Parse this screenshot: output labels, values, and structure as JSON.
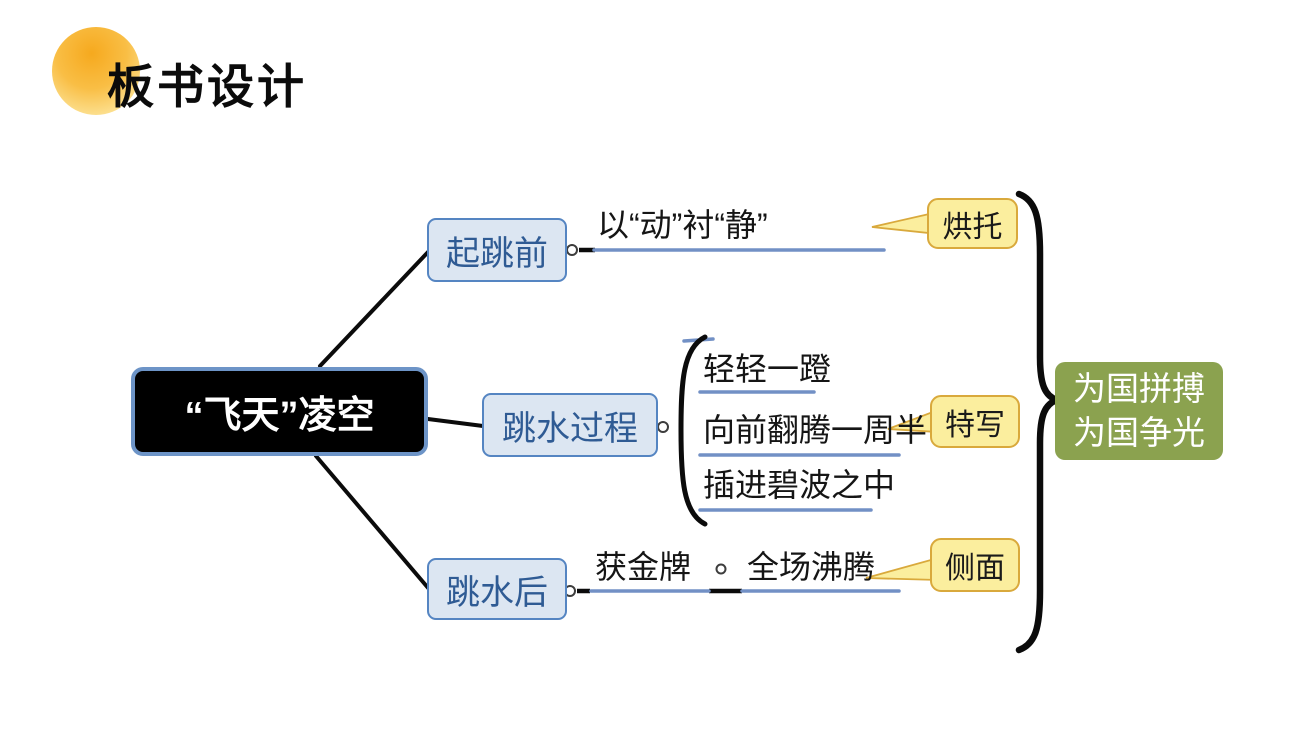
{
  "slide": {
    "title": "板书设计"
  },
  "mindmap": {
    "root": "“飞天”凌空",
    "branches": [
      {
        "topic": "起跳前",
        "details": [
          "以“动”衬“静”"
        ],
        "callout": "烘托"
      },
      {
        "topic": "跳水过程",
        "details": [
          "轻轻一蹬",
          "向前翻腾一周半",
          "插进碧波之中"
        ],
        "callout": "特写"
      },
      {
        "topic": "跳水后",
        "details": [
          "获金牌",
          "全场沸腾"
        ],
        "callout": "侧面"
      }
    ],
    "conclusion": [
      "为国拼搏",
      "为国争光"
    ]
  },
  "colors": {
    "topic_fill": "#DCE6F2",
    "topic_border": "#5585C2",
    "topic_text": "#2F5B94",
    "root_fill": "#000000",
    "root_border": "#6D94C7",
    "root_text": "#FFFFFF",
    "callout_fill": "#FBEE9E",
    "callout_border": "#D9A93C",
    "conclusion_fill": "#8BA24F",
    "conclusion_text": "#FFFFFF",
    "connector_blue": "#7290C5",
    "connector_black": "#0B0B0B",
    "title_ball": "#F6A91E"
  }
}
